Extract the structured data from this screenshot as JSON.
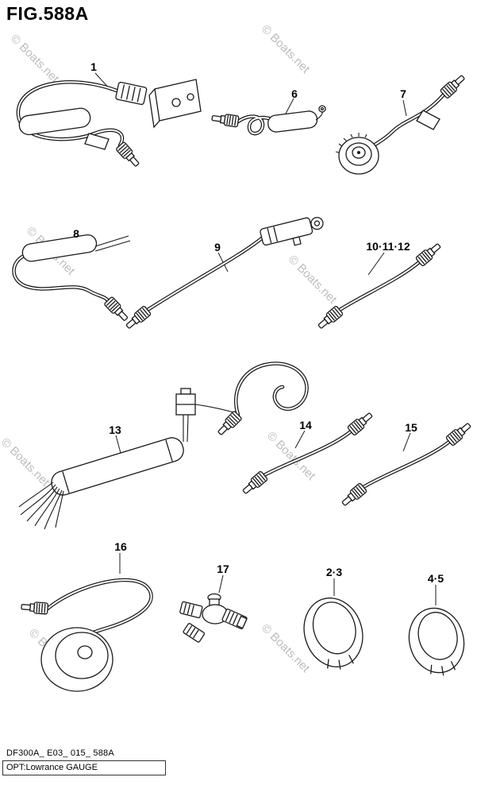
{
  "title": "FIG.588A",
  "watermark": "© Boats.net",
  "colors": {
    "ink": "#1a1a1a",
    "watermark": "#bdbdbd",
    "background": "#ffffff"
  },
  "parts": [
    {
      "label": "1"
    },
    {
      "label": "6"
    },
    {
      "label": "7"
    },
    {
      "label": "8"
    },
    {
      "label": "9"
    },
    {
      "label": "10·11·12"
    },
    {
      "label": "13"
    },
    {
      "label": "14"
    },
    {
      "label": "15"
    },
    {
      "label": "16"
    },
    {
      "label": "17"
    },
    {
      "label": "2·3"
    },
    {
      "label": "4·5"
    }
  ],
  "footer": {
    "code": "DF300A_ E03_ 015_ 588A",
    "caption": "OPT:Lowrance GAUGE"
  }
}
